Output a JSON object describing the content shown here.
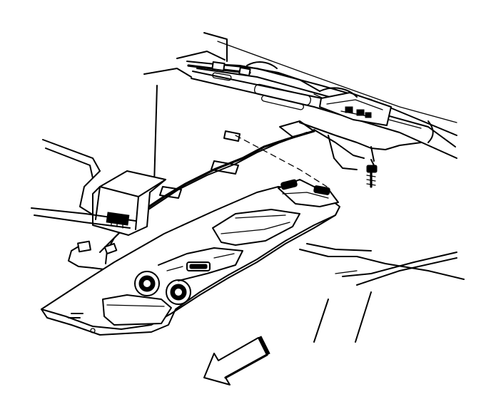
{
  "illustration": {
    "parts": [
      {
        "name": "roof-panel",
        "icon": "roof-panel"
      },
      {
        "name": "roof-bow",
        "icon": "roof-bow"
      },
      {
        "name": "overhead-console",
        "icon": "overhead-console"
      },
      {
        "name": "wiring-harness",
        "icon": "wiring-harness"
      },
      {
        "name": "electronic-module",
        "icon": "module-box"
      },
      {
        "name": "mounting-bracket",
        "icon": "bracket"
      },
      {
        "name": "retaining-screw",
        "icon": "screw"
      },
      {
        "name": "harness-connector",
        "icon": "connector"
      }
    ],
    "direction_arrow": {
      "meaning": "vehicle-front",
      "icon": "front-arrow"
    },
    "stroke_color": "#000000",
    "background_color": "#ffffff"
  }
}
